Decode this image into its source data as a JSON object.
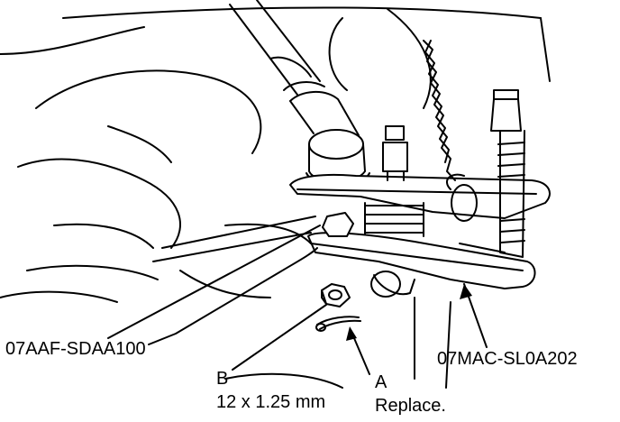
{
  "labels": {
    "tool_left": "07AAF-SDAA100",
    "tool_right": "07MAC-SL0A202",
    "b_letter": "B",
    "b_spec": "12 x 1.25 mm",
    "a_letter": "A",
    "a_note": "Replace."
  },
  "colors": {
    "ink": "#000000",
    "paper": "#ffffff",
    "shade": "#d9d9d9"
  }
}
